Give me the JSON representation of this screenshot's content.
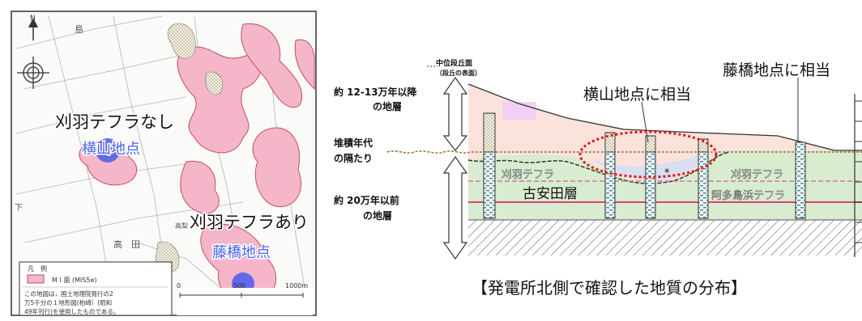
{
  "map": {
    "north_label": "N",
    "label_no_tephra": "刈羽テフラなし",
    "label_yokoyama": "横山地点",
    "label_with_tephra": "刈羽テフラあり",
    "label_fujihashi": "藤橋地点",
    "kanji_shima": "島",
    "kanji_takada": "高　田",
    "kanji_takanashi": "高梨",
    "kanji_ka": "下",
    "legend": {
      "title": "凡　例",
      "item": "M Ⅰ 面 (MIS5e)",
      "note_line1": "この地図は，国土地理院発行の2",
      "note_line2": "万5千分の１地形図(柏崎）(昭和",
      "note_line3": "49年刊行)を使用したものである。"
    },
    "scale": {
      "zero": "0",
      "mid": "500",
      "end": "1000m"
    },
    "colors": {
      "terrace": "#f4b6c8",
      "terrace_edge": "#c0506e",
      "marker": "#4a5cf0",
      "label_blue": "#4a63ee"
    }
  },
  "section": {
    "terrace_top_label_1": "中位段丘面",
    "terrace_top_label_2": "（段丘の表面）",
    "upper_strata_1": "約 12-13万年以降",
    "upper_strata_2": "の地層",
    "gap_1": "堆積年代",
    "gap_2": "の隔たり",
    "lower_strata_1": "約 20万年以前",
    "lower_strata_2": "の地層",
    "corresponds_yokoyama": "横山地点に相当",
    "corresponds_fujihashi": "藤橋地点に相当",
    "kariba_tephra_left": "刈羽テフラ",
    "kariba_tephra_right": "刈羽テフラ",
    "koyasuda": "古安田層",
    "atoshima": "阿多鳥浜テフラ",
    "asterisk": "*",
    "caption": "【発電所北側で確認した地質の分布】",
    "colors": {
      "upper_layer": "#fbe3dc",
      "lower_layer": "#d8ecd0",
      "channel_fill": "#d9dff2",
      "tephra_line": "#e0407a",
      "dotted_red": "#e01818"
    }
  }
}
